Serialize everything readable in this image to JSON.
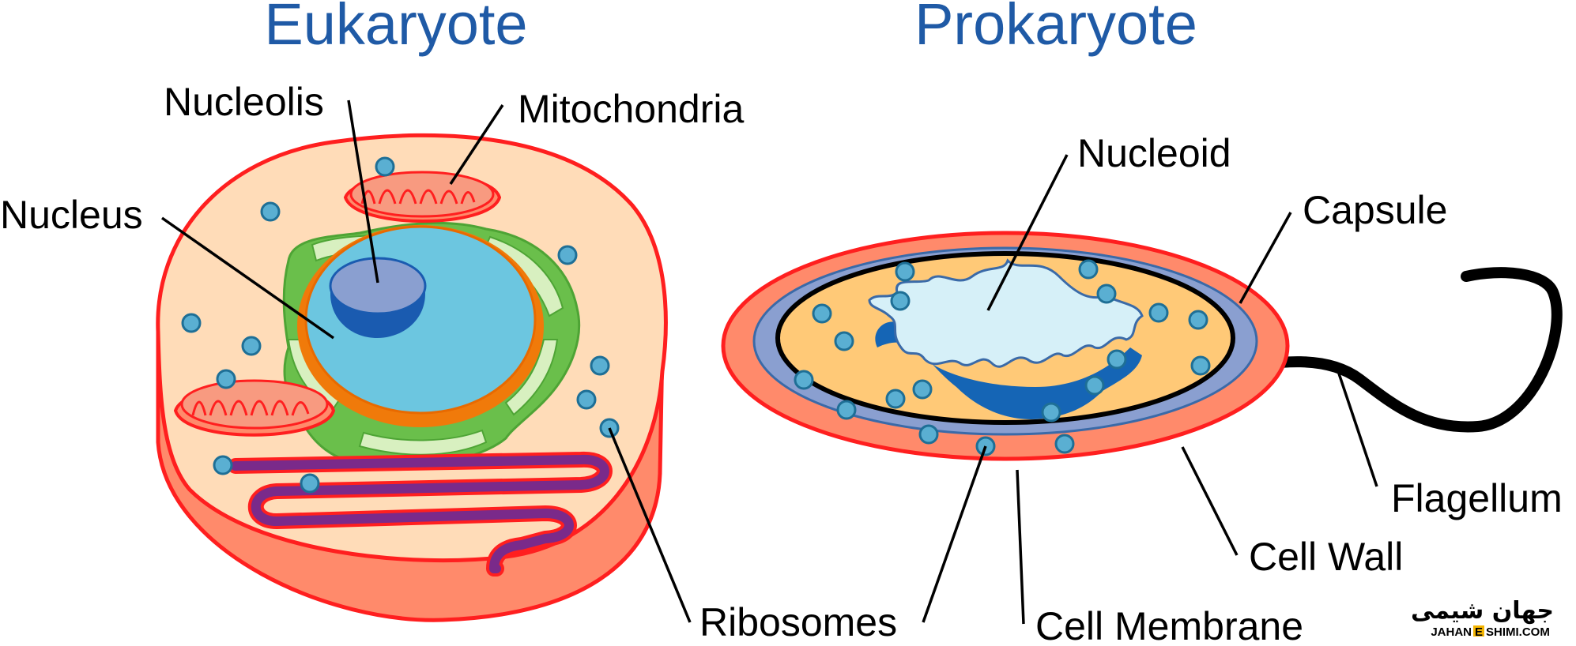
{
  "diagram": {
    "eukaryote": {
      "title": "Eukaryote",
      "labels": {
        "nucleolis": "Nucleolis",
        "mitochondria": "Mitochondria",
        "nucleus": "Nucleus",
        "ribosomes": "Ribosomes"
      }
    },
    "prokaryote": {
      "title": "Prokaryote",
      "labels": {
        "nucleoid": "Nucleoid",
        "capsule": "Capsule",
        "flagellum": "Flagellum",
        "cell_wall": "Cell Wall",
        "cell_membrane": "Cell Membrane"
      }
    },
    "colors": {
      "title": "#1f5aa6",
      "cell_outline": "#ff1f1f",
      "cytoplasm_euk": "#ffdcb8",
      "cell_side": "#ff8a6b",
      "nucleus": "#6cc6e0",
      "nuclear_envelope": "#f07a0a",
      "nucleolus": "#8a9fd0",
      "er_green": "#6abf4b",
      "er_light": "#d8f0c0",
      "golgi": "#7a2a8a",
      "mitochondria": "#f89a80",
      "ribosome": "#5aafd2",
      "capsule": "#ff8a6b",
      "cell_wall": "#8a9fd0",
      "cytoplasm_pro": "#ffc977",
      "nucleoid": "#d6f0f8",
      "nucleoid_dark": "#1565b5"
    },
    "watermark": {
      "arabic": "جهان شیمی",
      "latin_pre": "JAHAN",
      "latin_e": "E",
      "latin_post": "SHIMI.COM"
    }
  }
}
